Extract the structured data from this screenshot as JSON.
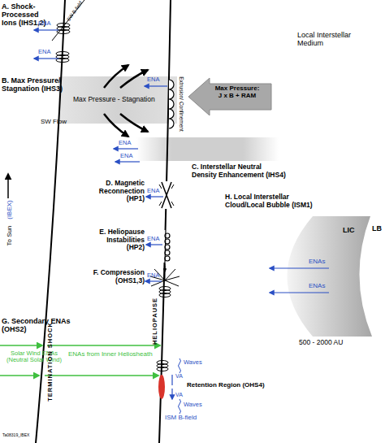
{
  "diagram": {
    "nodes": [
      {
        "text": [
          "Max Pressure - Stagnation"
        ]
      },
      {
        "text": [
          "LIC"
        ]
      }
    ],
    "labels": [
      "A. Shock-Processed Ions (IHS1,2)",
      "SW B-field",
      "ENA",
      "ENA",
      "Local Interstellar Medium",
      "B. Max Pressure/ Stagnation (IHS3)",
      "ENA",
      "Extrusion/ Confinement",
      "Max Pressure: J x B + RAM",
      "SW Flow",
      "ENA",
      "ENA",
      "C. Interstellar Neutral Density Enhancement (IHS4)",
      "(IBEX)",
      "To Sun",
      "D. Magnetic Reconnection (HP1)",
      "ENA",
      "H. Local Interstellar Cloud/Local Bubble (ISM1)",
      "LB",
      "E. Heliopause Instabilities (HP2)",
      "ENA",
      "ENAs",
      "F. Compression (OHS1,3)",
      "ENA",
      "ENAs",
      "G. Secondary ENAs (OHS2)",
      "500 - 2000 AU",
      "Solar Wind ENAs (Neutral Solar Wind)",
      "ENAs from Inner Heliosheath",
      "Waves",
      "VA",
      "Retention Region (OHS4)",
      "VA",
      "Waves",
      "ISM B-field",
      "TERMINATION SHOCK",
      "HELIOPAUSE",
      "Ta08319_IBEX"
    ]
  }
}
